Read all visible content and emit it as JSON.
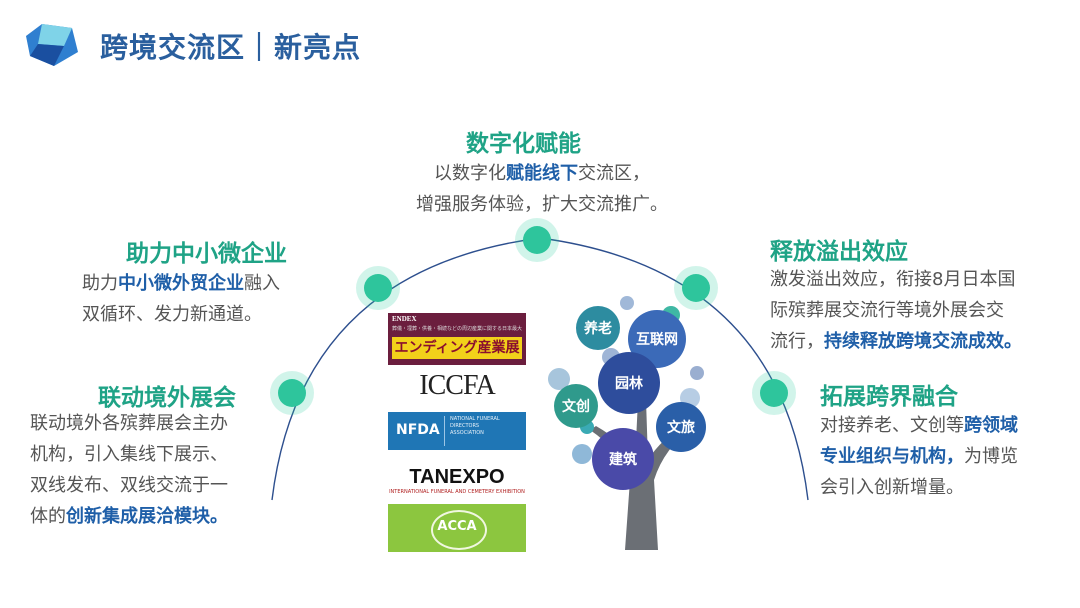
{
  "header": {
    "title": "跨境交流区｜新亮点"
  },
  "sections": {
    "digital": {
      "heading": "数字化赋能",
      "line1_pre": "以数字化",
      "line1_hl": "赋能线下",
      "line1_post": "交流区，",
      "line2": "增强服务体验，扩大交流推广。"
    },
    "sme": {
      "heading": "助力中小微企业",
      "line1_pre": "助力",
      "line1_hl": "中小微外贸企业",
      "line1_post": "融入",
      "line2": "双循环、发力新通道。"
    },
    "overseas": {
      "heading": "联动境外展会",
      "line1": "联动境外各殡葬展会主办",
      "line2": "机构，引入集线下展示、",
      "line3": "双线发布、双线交流于一",
      "line4_pre": "体的",
      "line4_hl": "创新集成展洽模块。"
    },
    "spillover": {
      "heading": "释放溢出效应",
      "line1": "激发溢出效应，衔接8月日本国",
      "line2": "际殡葬展交流行等境外展会交",
      "line3_pre": "流行，",
      "line3_hl": "持续释放跨境交流成效。"
    },
    "crossover": {
      "heading": "拓展跨界融合",
      "line1_pre": "对接养老、文创等",
      "line1_hl": "跨领域",
      "line2_hl": "专业组织与机构，",
      "line2_post": "为博览",
      "line3": "会引入创新增量。"
    }
  },
  "partner_logos": {
    "endex_top": "ENDEX",
    "endex_sub": "葬儀・埋葬・供養・相続などの周辺産業に関する日本最大の専門展",
    "endex_main": "エンディング産業展",
    "iccfa": "ICCFA",
    "nfda": "NFDA",
    "nfda_sub": "NATIONAL FUNERAL DIRECTORS ASSOCIATION",
    "tanexpo": "TANEXPO",
    "tanexpo_sub": "INTERNATIONAL FUNERAL AND CEMETERY EXHIBITION",
    "acca": "ACCA"
  },
  "tree": {
    "bubbles": [
      "养老",
      "互联网",
      "园林",
      "文创",
      "文旅",
      "建筑"
    ]
  },
  "colors": {
    "accent_green": "#1fa386",
    "highlight_blue": "#1f5fa8",
    "title_blue": "#2a5f9e"
  }
}
